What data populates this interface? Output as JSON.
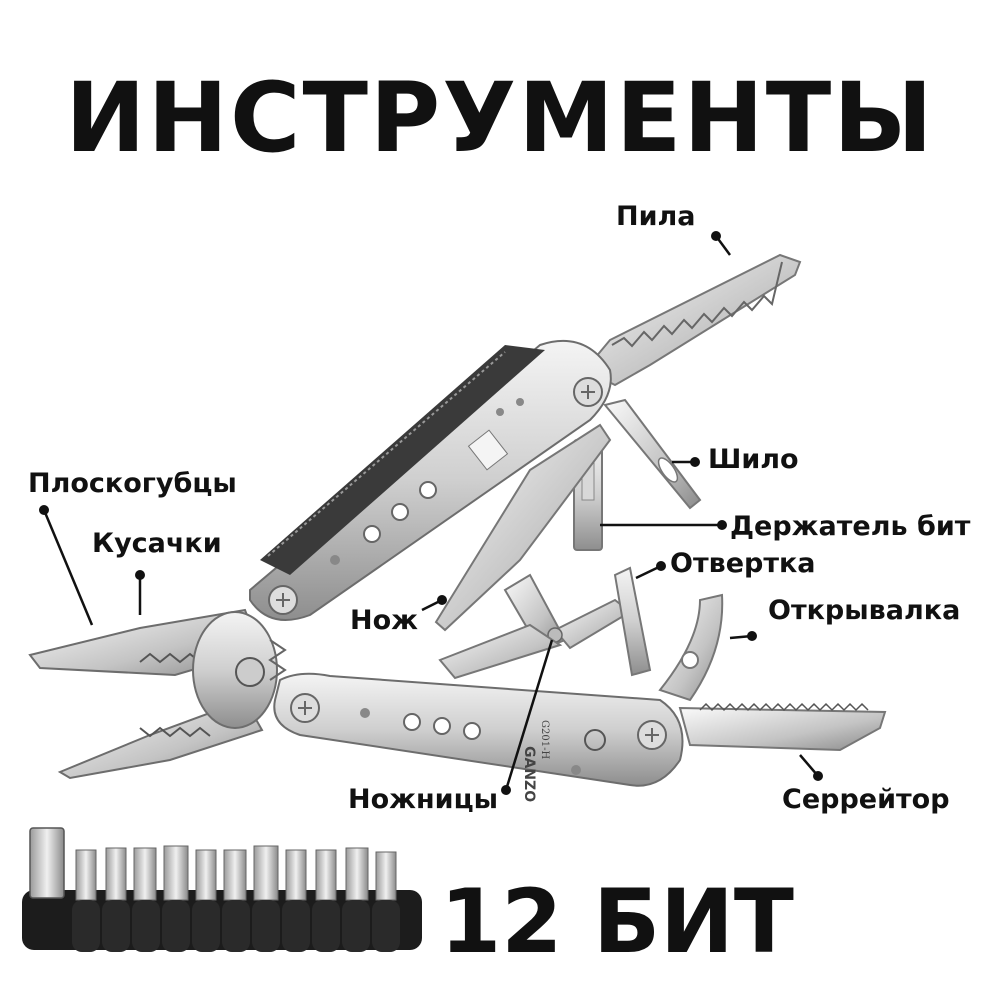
{
  "title": "ИНСТРУМЕНТЫ",
  "labels": {
    "saw": "Пила",
    "awl": "Шило",
    "pliers": "Плоскогубцы",
    "cutters": "Кусачки",
    "bit_holder": "Держатель бит",
    "screwdriver": "Отвертка",
    "knife": "Нож",
    "bottle_opener": "Открывалка",
    "scissors": "Ножницы",
    "serrated": "Серрейтор"
  },
  "handle_marks": {
    "brand": "GANZO",
    "model": "G201-H"
  },
  "bits_caption": "12 БИТ",
  "colors": {
    "text": "#111111",
    "steel_light": "#e6e6e6",
    "steel_mid": "#b9b9b9",
    "steel_dark": "#7a7a7a",
    "bit_holder_black": "#1c1c1c"
  }
}
